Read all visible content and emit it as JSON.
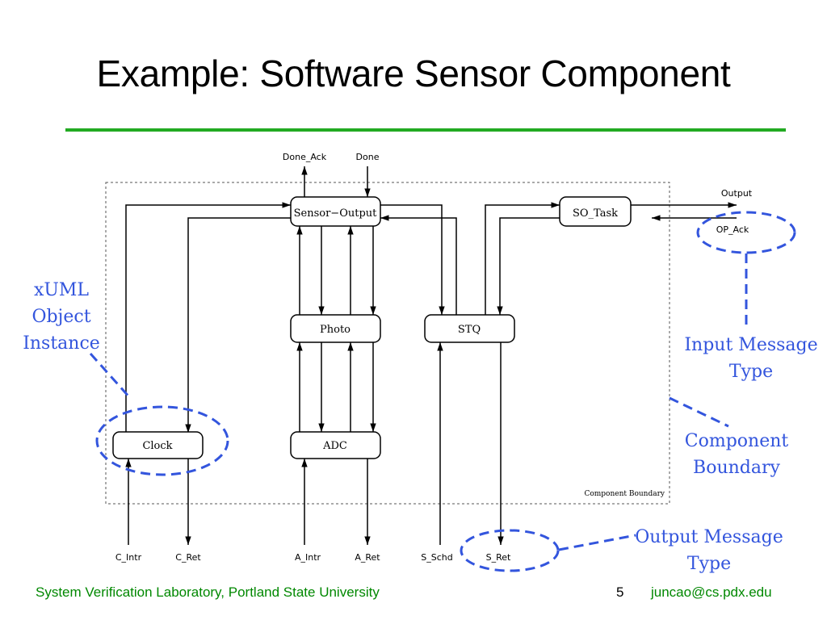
{
  "title": "Example: Software Sensor Component",
  "diagram": {
    "boundary_label": "Component Boundary",
    "components": [
      {
        "id": "sensor_output",
        "label": "Sensor−Output"
      },
      {
        "id": "so_task",
        "label": "SO_Task"
      },
      {
        "id": "photo",
        "label": "Photo"
      },
      {
        "id": "stq",
        "label": "STQ"
      },
      {
        "id": "adc",
        "label": "ADC"
      },
      {
        "id": "clock",
        "label": "Clock"
      }
    ],
    "ports": {
      "done_ack": "Done_Ack",
      "done": "Done",
      "output": "Output",
      "op_ack": "OP_Ack",
      "c_intr": "C_Intr",
      "c_ret": "C_Ret",
      "a_intr": "A_Intr",
      "a_ret": "A_Ret",
      "s_schd": "S_Schd",
      "s_ret": "S_Ret"
    },
    "annotations": {
      "xuml": [
        "xUML",
        "Object",
        "Instance"
      ],
      "input_msg": [
        "Input Message",
        "Type"
      ],
      "component_boundary": [
        "Component",
        "Boundary"
      ],
      "output_msg": [
        "Output Message",
        "Type"
      ]
    },
    "colors": {
      "annotation": "#3355dd",
      "footer": "#008800",
      "rule": "#22aa22"
    }
  },
  "footer": {
    "lab": "System Verification Laboratory, Portland State University",
    "page": "5",
    "email": "juncao@cs.pdx.edu"
  }
}
